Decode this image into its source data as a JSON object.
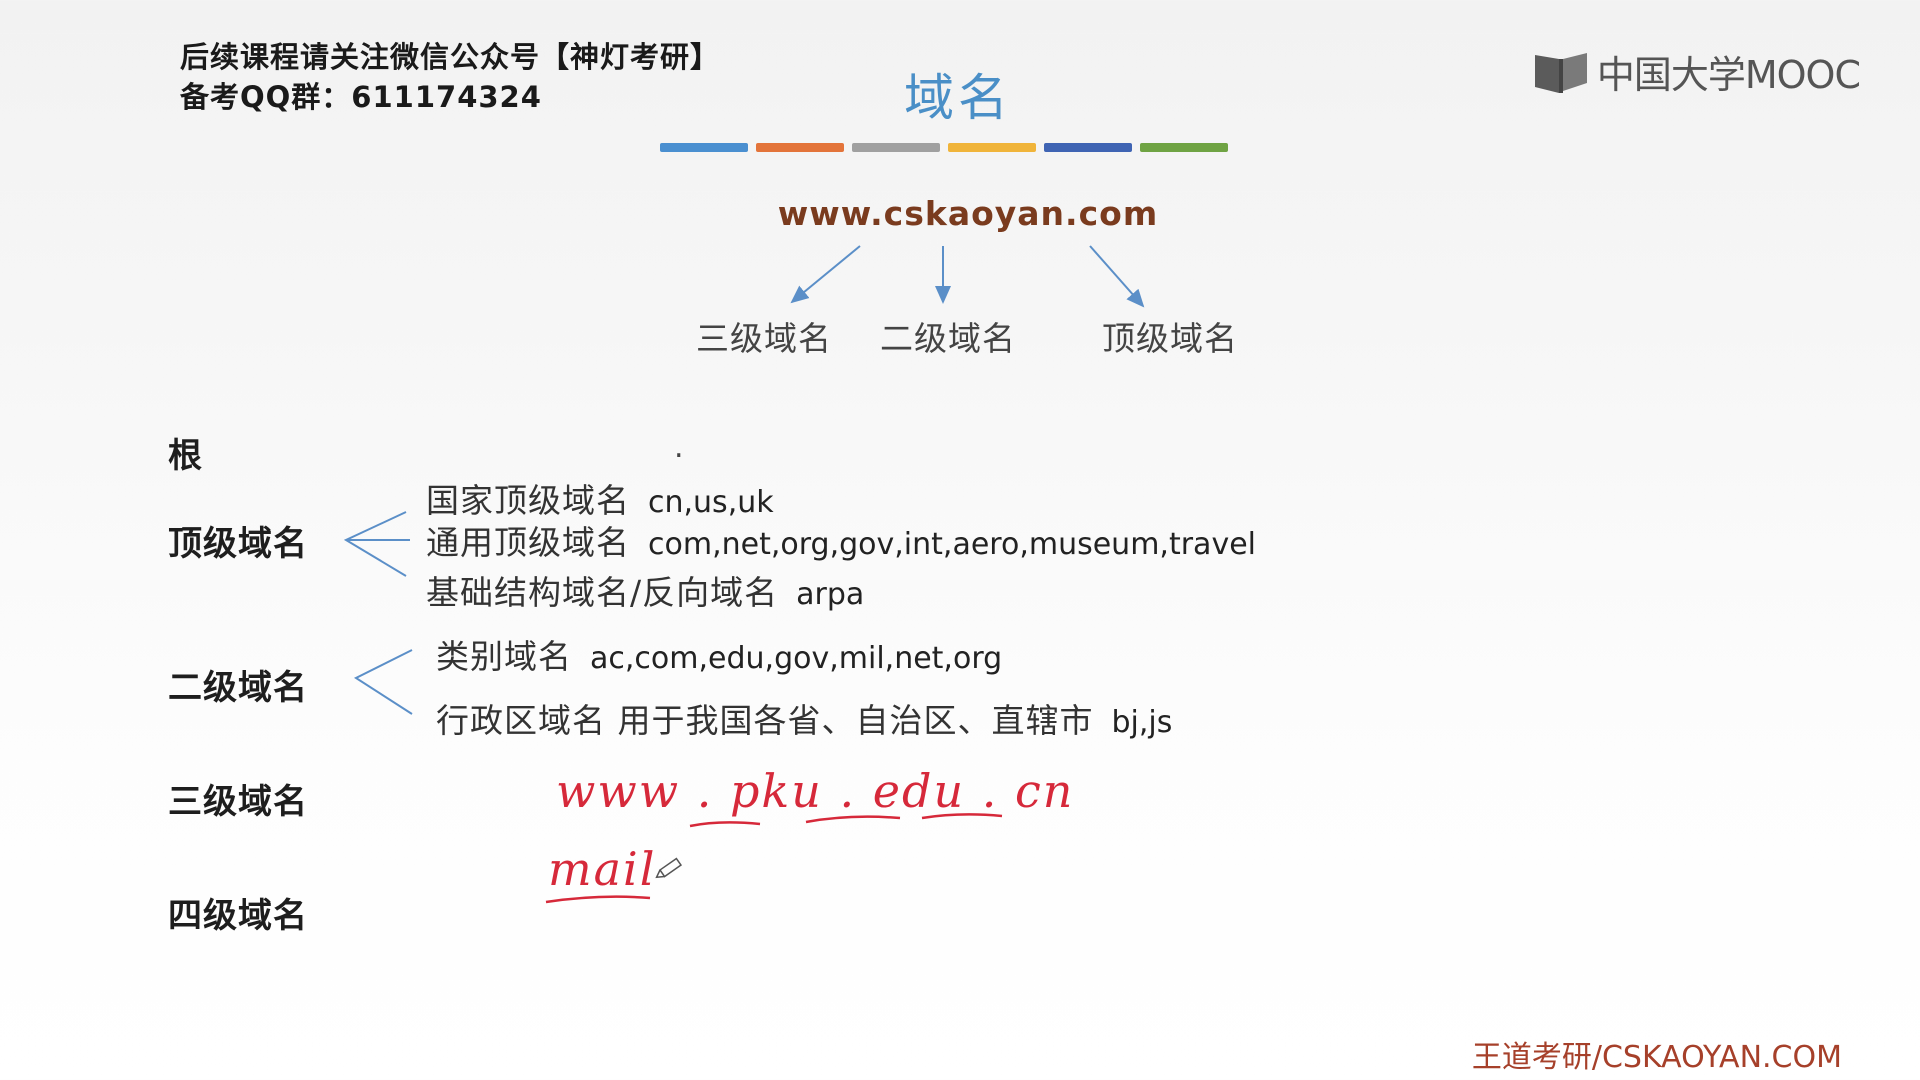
{
  "header": {
    "notice_line1": "后续课程请关注微信公众号【神灯考研】",
    "notice_line2": "备考QQ群：611174324",
    "title": "域名",
    "logo_text": "中国大学MOOC",
    "color_bar": [
      "#4a8fd0",
      "#e3743a",
      "#a0a0a0",
      "#f0b43a",
      "#3f64b3",
      "#6fa343"
    ]
  },
  "diagram": {
    "url": "www.cskaoyan.com",
    "parts": [
      "三级域名",
      "二级域名",
      "顶级域名"
    ]
  },
  "hierarchy": {
    "root": {
      "label": "根",
      "value": "."
    },
    "top_level": {
      "label": "顶级域名",
      "items": [
        {
          "name": "国家顶级域名",
          "examples": "cn,us,uk"
        },
        {
          "name": "通用顶级域名",
          "examples": "com,net,org,gov,int,aero,museum,travel"
        },
        {
          "name": "基础结构域名/反向域名",
          "examples": "arpa"
        }
      ]
    },
    "second_level": {
      "label": "二级域名",
      "items": [
        {
          "name": "类别域名",
          "examples": "ac,com,edu,gov,mil,net,org"
        },
        {
          "name": "行政区域名  用于我国各省、自治区、直辖市",
          "examples": "bj,js"
        }
      ]
    },
    "third_level": {
      "label": "三级域名"
    },
    "fourth_level": {
      "label": "四级域名"
    }
  },
  "handwriting": {
    "line1": "www . pku . edu . cn",
    "line2": "mail",
    "color": "#d6293a"
  },
  "footer": {
    "text": "王道考研/CSKAOYAN.COM"
  }
}
